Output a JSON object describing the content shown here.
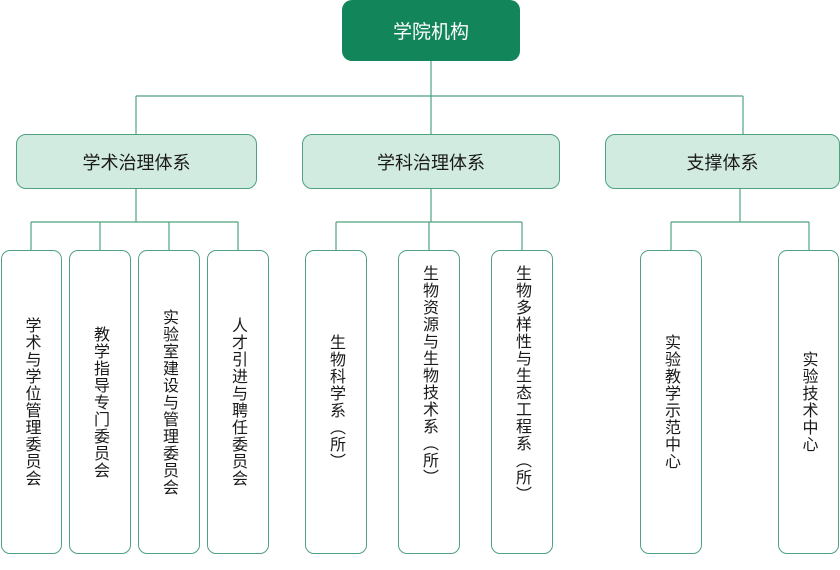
{
  "root": {
    "label": "学院机构"
  },
  "groups": [
    {
      "label": "学术治理体系",
      "children": [
        "学术与学位管理委员会",
        "教学指导专门委员会",
        "实验室建设与管理委员会",
        "人才引进与聘任委员会"
      ]
    },
    {
      "label": "学科治理体系",
      "children": [
        "生物科学系（所）",
        "生物资源与生物技术系（所）",
        "生物多样性与生态工程系（所）"
      ]
    },
    {
      "label": "支撑体系",
      "children": [
        "实验教学示范中心",
        "实验技术中心"
      ]
    }
  ],
  "colors": {
    "root_fill": "#13855a",
    "group_fill": "#d2ebe1",
    "border": "#4fa27f"
  }
}
